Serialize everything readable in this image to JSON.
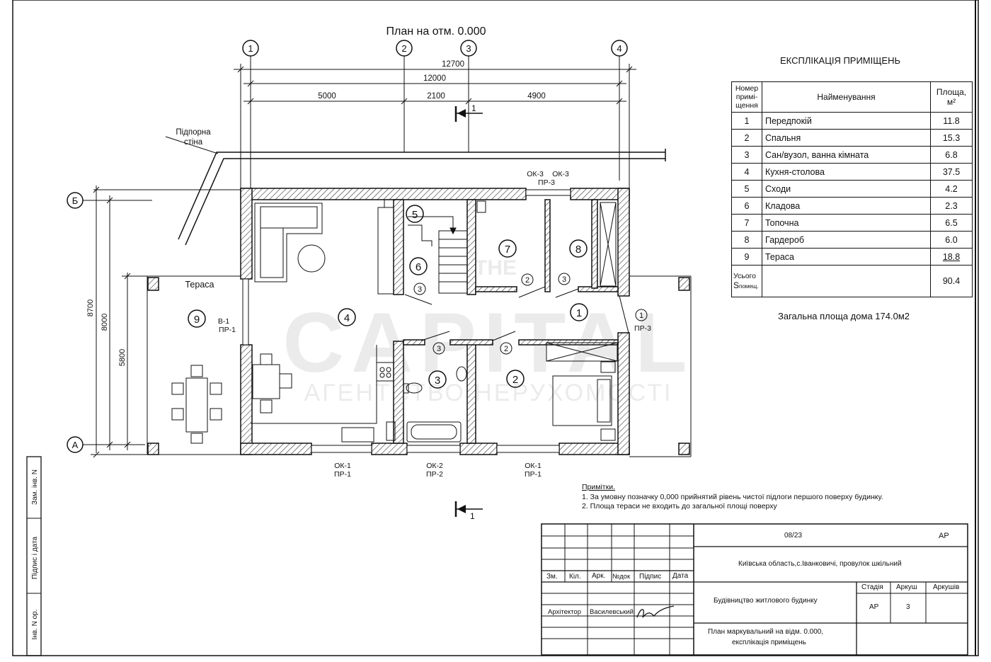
{
  "plan": {
    "title": "План на отм. 0.000",
    "axes": [
      "1",
      "2",
      "3",
      "4",
      "Б",
      "А"
    ],
    "dims_top": {
      "total_outer": "12700",
      "total_axes": "12000",
      "d1": "5000",
      "d2": "2100",
      "d3": "4900"
    },
    "dims_left": {
      "d1": "8700",
      "d2": "8000",
      "d3": "5800"
    },
    "section_mark": "1",
    "retaining_wall": [
      "Підпорна",
      "стіна"
    ],
    "terrace_label": "Тераса",
    "openings": {
      "w_ok3a": "ОК-3",
      "w_ok3b": "ОК-3",
      "w_pr3_top": "ПР-3",
      "v1": "В-1",
      "v1_pr": "ПР-1",
      "bottom1_ok": "ОК-1",
      "bottom1_pr": "ПР-1",
      "bottom2_ok": "ОК-2",
      "bottom2_pr": "ПР-2",
      "bottom3_ok": "ОК-1",
      "bottom3_pr": "ПР-1",
      "right_pr": "ПР-3"
    },
    "room_numbers": [
      "1",
      "2",
      "3",
      "4",
      "5",
      "6",
      "7",
      "8",
      "9"
    ],
    "door_marks": [
      "1",
      "2",
      "3"
    ]
  },
  "explication": {
    "title": "ЕКСПЛІКАЦІЯ ПРИМІЩЕНЬ",
    "col_num": [
      "Номер",
      "примі-",
      "щення"
    ],
    "col_name": "Найменування",
    "col_area": [
      "Площа,",
      "м²"
    ],
    "rows": [
      {
        "n": "1",
        "name": "Передпокій",
        "area": "11.8"
      },
      {
        "n": "2",
        "name": "Спальня",
        "area": "15.3"
      },
      {
        "n": "3",
        "name": "Сан/вузол, ванна кімната",
        "area": "6.8"
      },
      {
        "n": "4",
        "name": "Кухня-столова",
        "area": "37.5"
      },
      {
        "n": "5",
        "name": "Сходи",
        "area": "4.2"
      },
      {
        "n": "6",
        "name": "Кладова",
        "area": "2.3"
      },
      {
        "n": "7",
        "name": "Топочна",
        "area": "6.5"
      },
      {
        "n": "8",
        "name": "Гардероб",
        "area": "6.0"
      },
      {
        "n": "9",
        "name": "Тераса",
        "area": "18.8"
      }
    ],
    "total_label": [
      "Усього",
      "S",
      "помещ."
    ],
    "total_area": "90.4",
    "house_total": "Загальна площа дома 174.0м2"
  },
  "notes": {
    "heading": "Примітки.",
    "items": [
      "1. За умовну позначку 0,000 прийнятий рівень чистої підлоги першого поверху будинку.",
      "2. Площа тераси не входить до загальної площі поверху"
    ]
  },
  "titleblock": {
    "code": "08/23",
    "stage_code": "АР",
    "address": "Київська область,с.Іванковичі, провулок шкільний",
    "headers": [
      "Зм.",
      "Кіл.",
      "Арк.",
      "№док",
      "Підпис",
      "Дата"
    ],
    "stage_h": "Стадія",
    "sheet_h": "Аркуш",
    "sheets_h": "Аркушів",
    "project": "Будівництво житлового будинку",
    "stage": "АР",
    "sheet": "3",
    "role": "Архітектор",
    "person": "Василевський",
    "drawing_title": [
      "План маркувальний на відм. 0.000,",
      "експлікація приміщень"
    ]
  },
  "sidestamp": [
    "Зам. інв. N",
    "Підпис і дата",
    "Інв. N ор."
  ],
  "watermark": [
    "THE",
    "CAPITAL",
    "АГЕНТСТВО НЕРУХОМОСТІ"
  ]
}
